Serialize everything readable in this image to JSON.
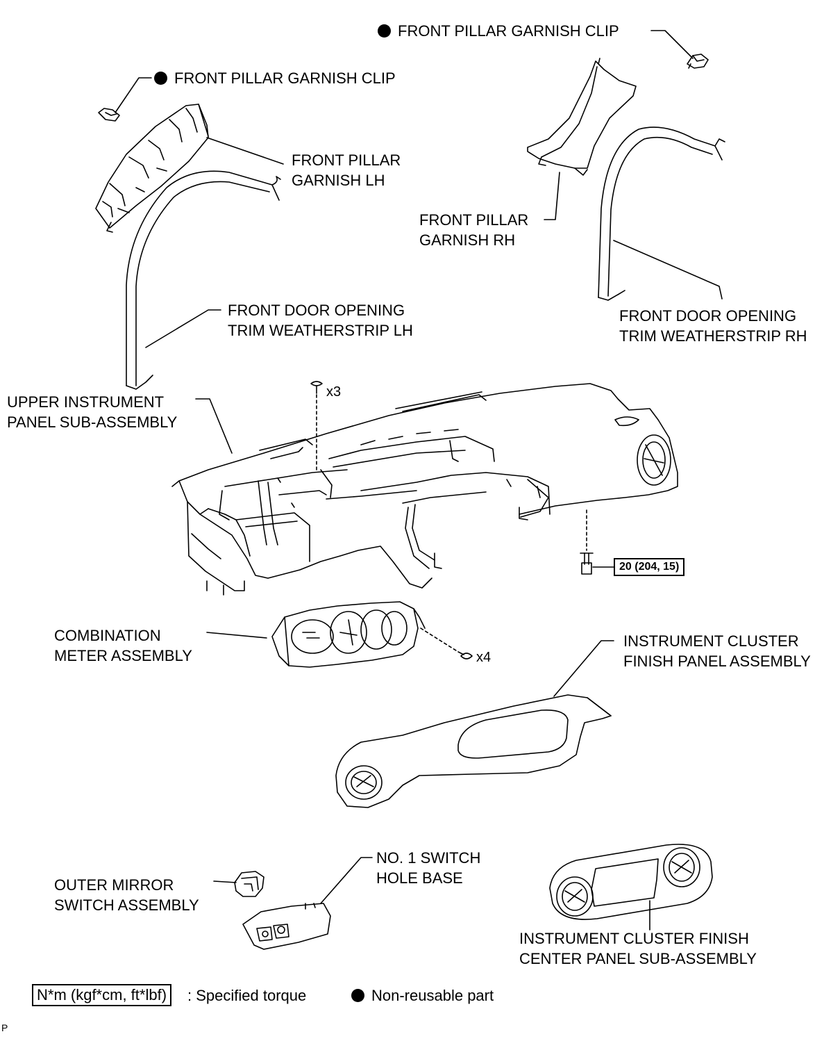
{
  "labels": {
    "clip_top": "FRONT PILLAR GARNISH CLIP",
    "clip_left": "FRONT PILLAR GARNISH CLIP",
    "garnish_lh_1": "FRONT PILLAR",
    "garnish_lh_2": "GARNISH LH",
    "garnish_rh_1": "FRONT PILLAR",
    "garnish_rh_2": "GARNISH RH",
    "weather_lh_1": "FRONT DOOR OPENING",
    "weather_lh_2": "TRIM WEATHERSTRIP LH",
    "weather_rh_1": "FRONT DOOR OPENING",
    "weather_rh_2": "TRIM WEATHERSTRIP RH",
    "upper_panel_1": "UPPER INSTRUMENT",
    "upper_panel_2": "PANEL SUB-ASSEMBLY",
    "combo_meter_1": "COMBINATION",
    "combo_meter_2": "METER ASSEMBLY",
    "cluster_finish_1": "INSTRUMENT CLUSTER",
    "cluster_finish_2": "FINISH PANEL ASSEMBLY",
    "outer_mirror_1": "OUTER MIRROR",
    "outer_mirror_2": "SWITCH ASSEMBLY",
    "switch_base_1": "NO. 1 SWITCH",
    "switch_base_2": "HOLE BASE",
    "center_panel_1": "INSTRUMENT CLUSTER FINISH",
    "center_panel_2": "CENTER PANEL SUB-ASSEMBLY",
    "screw_x3": "x3",
    "screw_x4": "x4",
    "torque": "20 (204, 15)",
    "corner_mark": "P"
  },
  "legend": {
    "torque_unit": "N*m (kgf*cm, ft*lbf)",
    "torque_text": ": Specified torque",
    "nonreusable_text": "Non-reusable part"
  }
}
